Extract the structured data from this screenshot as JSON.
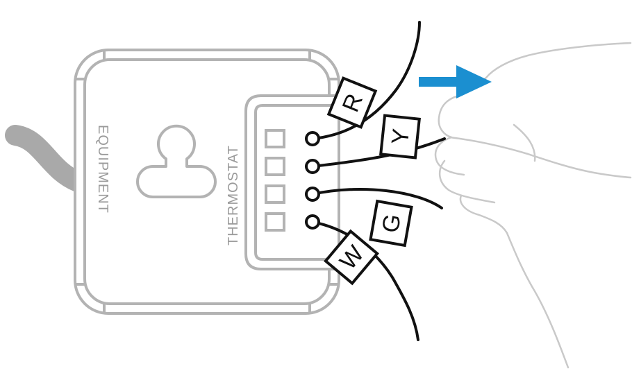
{
  "diagram": {
    "panel_labels": {
      "equipment": "EQUIPMENT",
      "thermostat": "THERMOSTAT"
    },
    "wire_tags": [
      "R",
      "Y",
      "G",
      "W"
    ],
    "arrow_direction": "right",
    "colors": {
      "arrow": "#1b8fd0",
      "wire": "#111111",
      "base_outline": "#b3b3b3",
      "hand_outline": "#c9c9c9"
    }
  }
}
